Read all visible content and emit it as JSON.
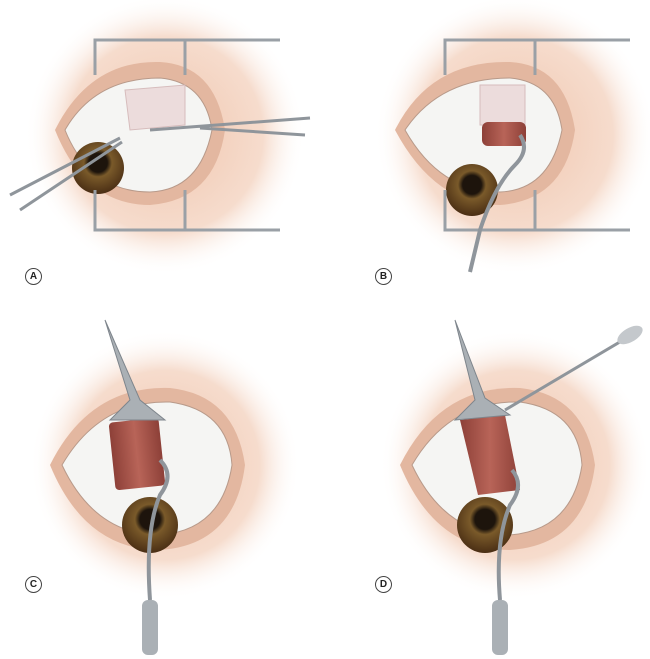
{
  "panels": [
    {
      "label": "A"
    },
    {
      "label": "B"
    },
    {
      "label": "C"
    },
    {
      "label": "D"
    }
  ],
  "colors": {
    "skin_glow": "#f3d2c0",
    "sclera": "#f4f4f2",
    "iris": "#5a3a1c",
    "muscle": "#a8574d",
    "instrument": "#9aa0a6",
    "lid": "#e0b59d"
  }
}
